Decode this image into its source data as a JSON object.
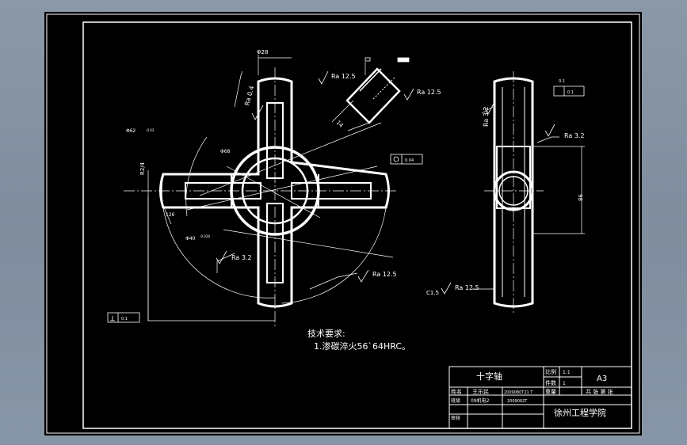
{
  "title_block": {
    "part_name": "十字轴",
    "scale_label": "比例",
    "scale_value": "1:1",
    "qty_label": "件数",
    "qty_value": "1",
    "weight_label": "重量",
    "sheet_size": "A3",
    "sheet_info": "共 张 第 张",
    "designer_label": "姓名",
    "designer_name": "王乐民",
    "designer_date": "2009080T21 T",
    "class_label": "班级",
    "class_value": "09机电2",
    "class_date": "2009092T",
    "reviewer_label": "审核",
    "institution": "徐州工程学院"
  },
  "notes": {
    "heading": "技术要求:",
    "item1": "1.渗碳淬火56`64HRC。"
  },
  "labels": {
    "ra_0_4": "Ra 0.4",
    "ra_12_5_top": "Ra 12.5",
    "ra_12_5_right": "Ra 12.5",
    "ra_3_2_left": "Ra 3.2",
    "ra_12_5_bottom": "Ra 12.5",
    "ra_3_2_side": "Ra 3.2",
    "ra_3_2_side2": "Ra 3.2",
    "ra_12_5_side_bottom": "Ra 12.5",
    "dim_top_width": "Φ28",
    "dim_d62": "Φ62",
    "dim_d68": "Φ68",
    "dim_d40": "Φ40",
    "dim_r24": "R2/4",
    "dim_126": "126",
    "dim_14": "14",
    "dim_side_height": "98",
    "dim_c15": "C1.5",
    "tol_top": "0.1",
    "tol_box": "0.04",
    "tol_perp": "0.1",
    "tol_side": "0.1",
    "tol_d62": "-0.03",
    "tol_d40": "-0.028"
  }
}
